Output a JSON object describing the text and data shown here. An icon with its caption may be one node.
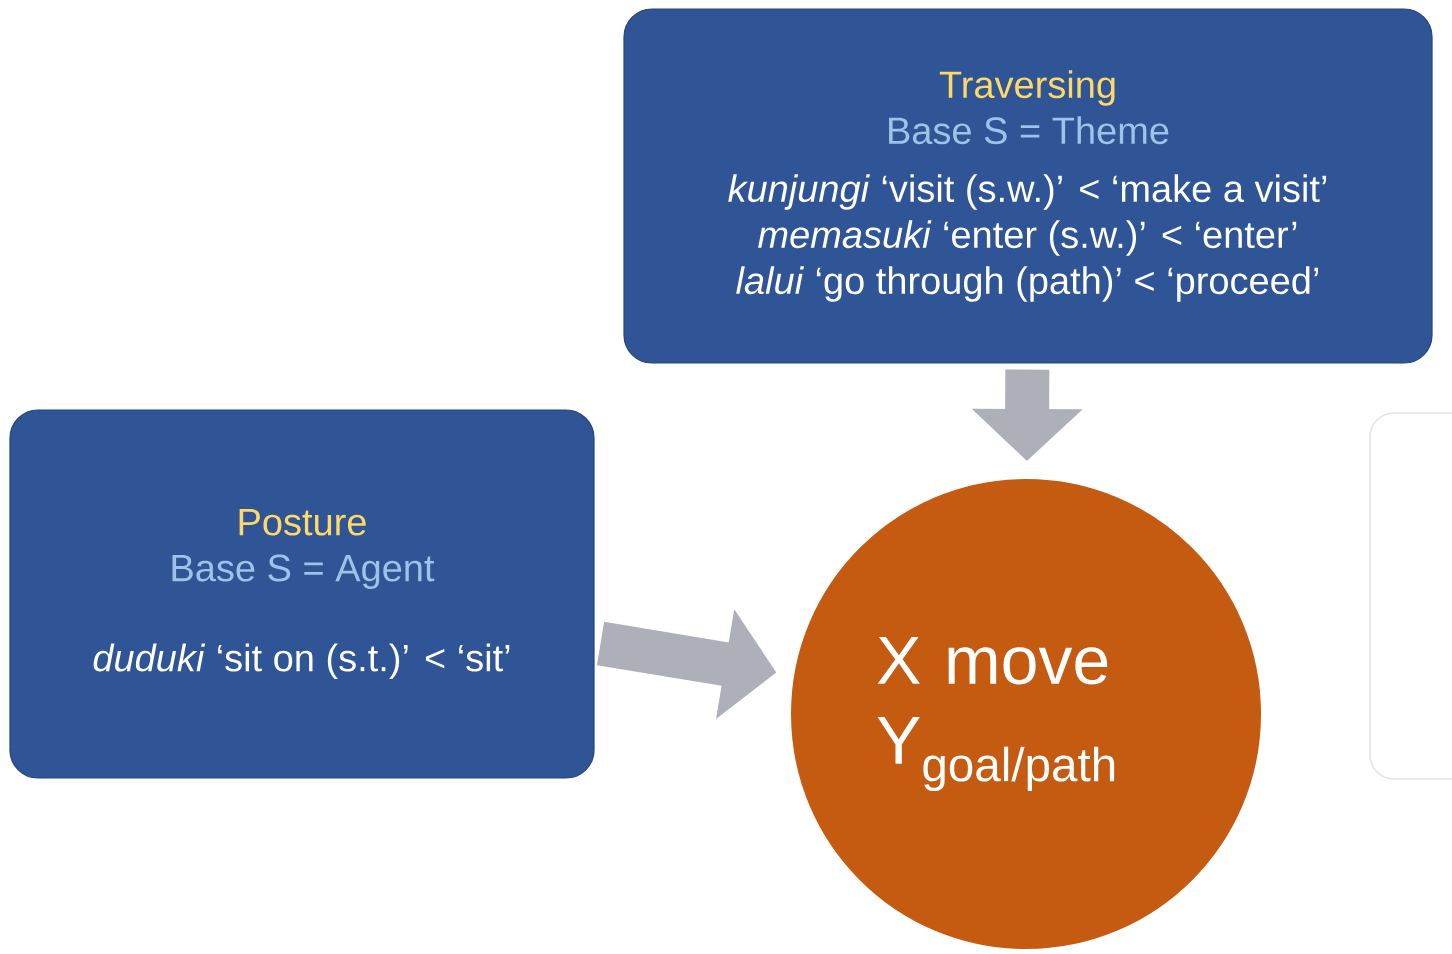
{
  "diagram": {
    "nodes": [
      {
        "text": [
          "Traversing",
          "Base S = Theme",
          "*kunjungi* ‘visit (s.w.)’ < ‘make a visit’",
          "*memasuki* ‘enter (s.w.)’ < ‘enter’",
          "*lalui* ‘go through (path)’ < ‘proceed’"
        ]
      },
      {
        "text": [
          "Posture",
          "Base S = Agent",
          "*duduki* ‘sit  on (s.t.)’ < ‘sit’"
        ]
      },
      {
        "text": [
          "X move Y$_{goal/path}$"
        ]
      },
      {
        "text": [],
        "shape": "box"
      }
    ],
    "edges": [
      {
        "from": 0,
        "to": 2,
        "arrow": "to"
      },
      {
        "from": 1,
        "to": 2,
        "arrow": "to"
      }
    ]
  }
}
